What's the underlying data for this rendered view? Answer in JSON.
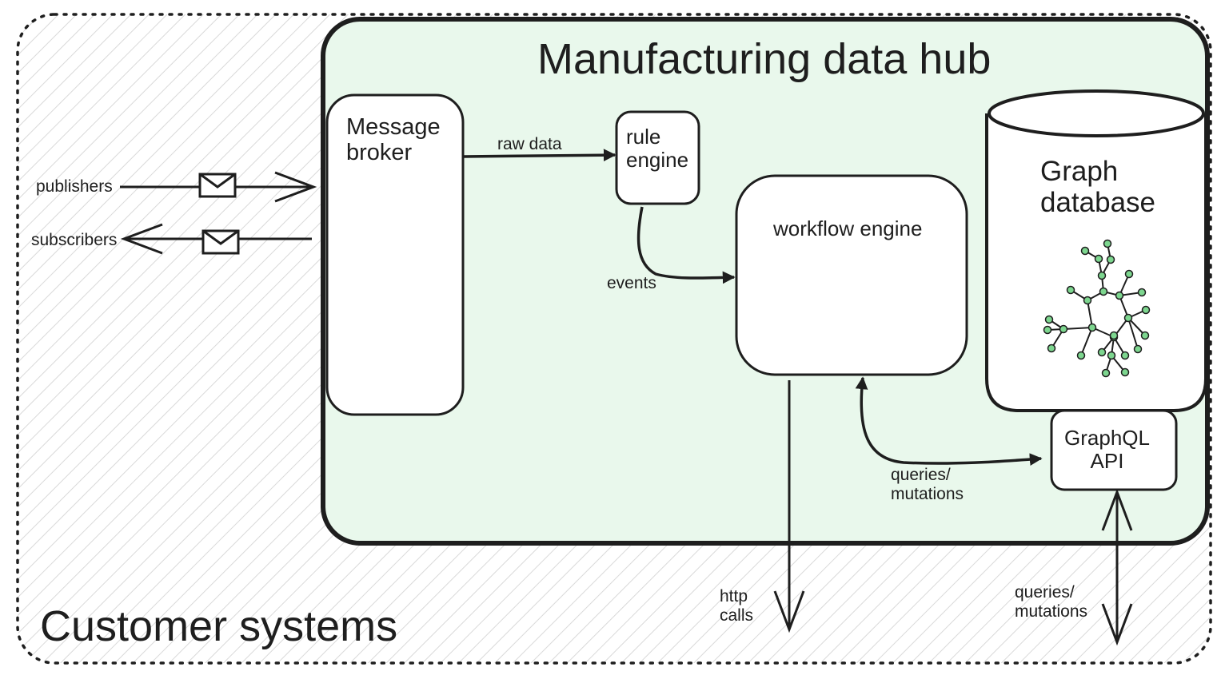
{
  "regions": {
    "outer_label": "Customer systems",
    "hub_title": "Manufacturing data hub"
  },
  "components": {
    "message_broker": "Message\nbroker",
    "rule_engine": "rule\nengine",
    "workflow_engine": "workflow engine",
    "graph_database": "Graph\ndatabase",
    "graphql_api": "GraphQL\nAPI"
  },
  "connections": {
    "publishers": "publishers",
    "subscribers": "subscribers",
    "raw_data": "raw data",
    "events": "events",
    "queries_mutations_internal": "queries/\nmutations",
    "http_calls": "http\ncalls",
    "queries_mutations_external": "queries/\nmutations"
  },
  "icons": {
    "message": "envelope-icon",
    "graph": "graph-network-icon"
  },
  "colors": {
    "hub_fill": "#e9f8ec",
    "node_fill": "#7dd68f",
    "stroke": "#1e1e1e",
    "hatch": "#d9d9d9"
  }
}
